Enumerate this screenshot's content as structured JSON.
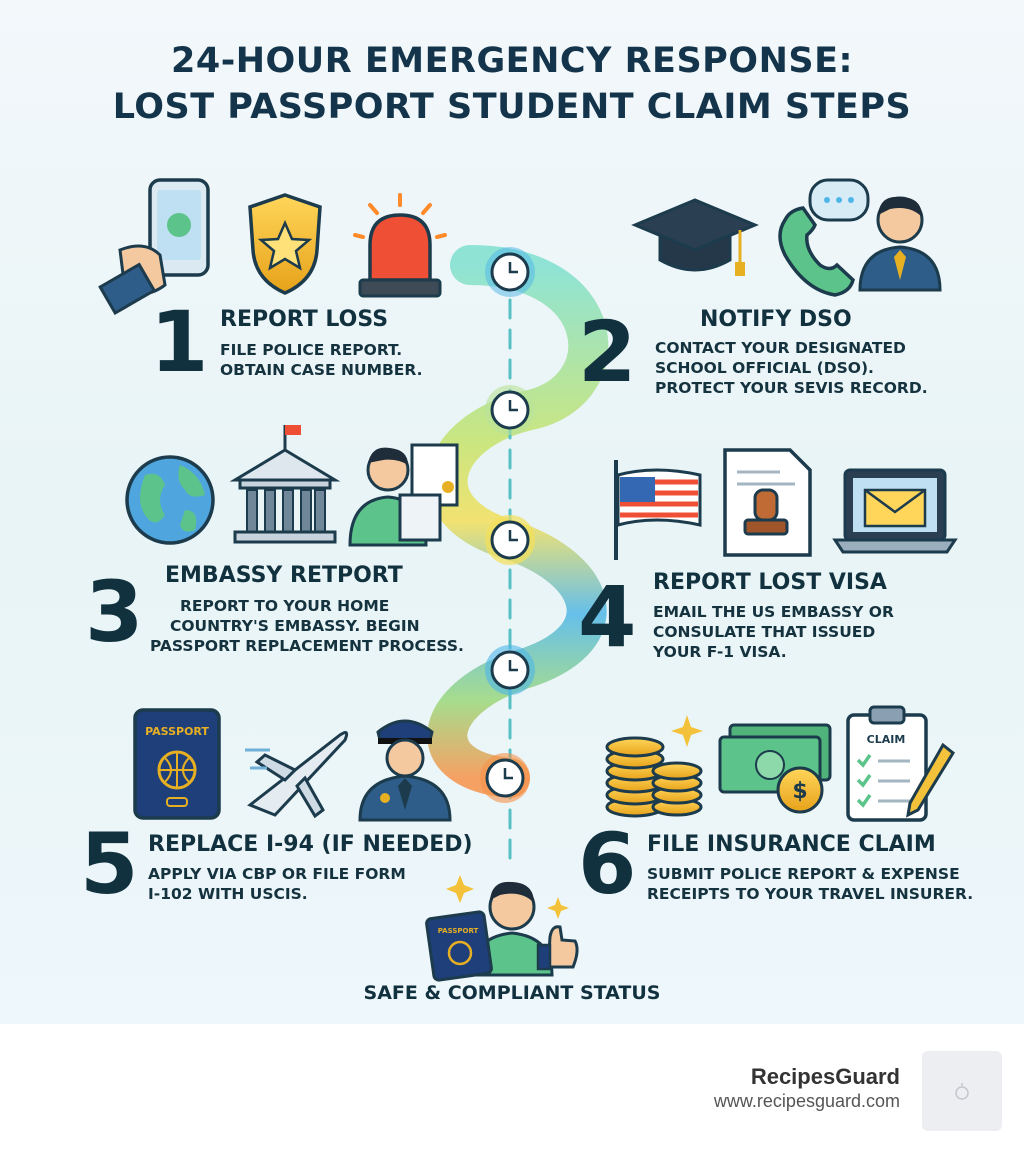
{
  "title": {
    "line1": "24-HOUR EMERGENCY RESPONSE:",
    "line2": "LOST PASSPORT STUDENT CLAIM STEPS"
  },
  "steps": [
    {
      "number": "1",
      "title": "REPORT LOSS",
      "lines": [
        "FILE POLICE REPORT.",
        "OBTAIN CASE NUMBER."
      ],
      "icons": [
        "smartphone-call-icon",
        "police-badge-icon",
        "emergency-siren-icon"
      ]
    },
    {
      "number": "2",
      "title": "NOTIFY DSO",
      "lines": [
        "CONTACT YOUR DESIGNATED",
        "SCHOOL OFFICIAL (DSO).",
        "PROTECT YOUR SEVIS RECORD."
      ],
      "icons": [
        "graduation-cap-icon",
        "phone-chat-icon",
        "school-official-icon"
      ]
    },
    {
      "number": "3",
      "title": "EMBASSY RETPORT",
      "lines": [
        "REPORT TO YOUR HOME",
        "COUNTRY'S EMBASSY. BEGIN",
        "PASSPORT REPLACEMENT PROCESS."
      ],
      "icons": [
        "globe-icon",
        "embassy-building-icon",
        "person-documents-icon"
      ]
    },
    {
      "number": "4",
      "title": "REPORT LOST VISA",
      "lines": [
        "EMAIL THE US EMBASSY OR",
        "CONSULATE THAT ISSUED",
        "YOUR F-1 VISA."
      ],
      "icons": [
        "us-flag-icon",
        "stamped-document-icon",
        "laptop-email-icon"
      ]
    },
    {
      "number": "5",
      "title": "REPLACE I-94 (IF NEEDED)",
      "lines": [
        "APPLY VIA CBP OR FILE FORM",
        "I-102 WITH USCIS."
      ],
      "icons": [
        "passport-icon",
        "airplane-icon",
        "border-officer-icon"
      ]
    },
    {
      "number": "6",
      "title": "FILE INSURANCE CLAIM",
      "lines": [
        "SUBMIT POLICE REPORT & EXPENSE",
        "RECEIPTS TO YOUR TRAVEL INSURER."
      ],
      "icons": [
        "coin-stack-icon",
        "cash-icon",
        "claim-clipboard-icon"
      ]
    }
  ],
  "icon_labels": {
    "passport_cover": "PASSPORT",
    "claim_clipboard": "CLAIM",
    "final_passport": "PASSPORT"
  },
  "final_status": "SAFE & COMPLIANT STATUS",
  "footer": {
    "brand": "RecipesGuard",
    "url": "www.recipesguard.com"
  },
  "colors": {
    "text_dark": "#12313f",
    "flow_start": "#5fd3c4",
    "flow_mid": "#f3df5a",
    "flow_blue": "#4fb6e8",
    "flow_end": "#f7924a"
  }
}
